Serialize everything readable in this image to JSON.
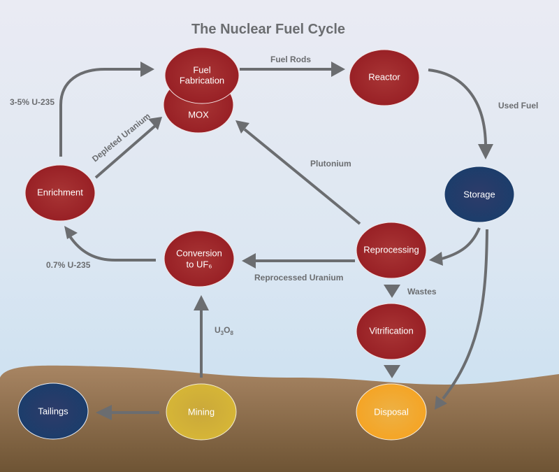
{
  "title": "The Nuclear Fuel Cycle",
  "colors": {
    "process_red": "#9e1f24",
    "storage_blue": "#1d3d6b",
    "mining_yellow": "#d4b236",
    "disposal_orange": "#f5a323",
    "arrow_gray": "#6b6d70",
    "sky": "#d6e6f3",
    "ground": "#8a6a48"
  },
  "nodes": {
    "fuel_fabrication": "Fuel Fabrication",
    "fuel_fabrication_line1": "Fuel",
    "fuel_fabrication_line2": "Fabrication",
    "mox": "MOX",
    "reactor": "Reactor",
    "storage": "Storage",
    "reprocessing": "Reprocessing",
    "vitrification": "Vitrification",
    "disposal": "Disposal",
    "enrichment": "Enrichment",
    "conversion_line1": "Conversion",
    "conversion_line2": "to UF₆",
    "mining": "Mining",
    "tailings": "Tailings"
  },
  "edges": {
    "fuel_rods": "Fuel Rods",
    "used_fuel": "Used Fuel",
    "plutonium": "Plutonium",
    "depleted_uranium": "Depleted Uranium",
    "enriched": "3-5% U-235",
    "natural": "0.7% U-235",
    "reprocessed_uranium": "Reprocessed Uranium",
    "wastes": "Wastes",
    "u3o8_main": "U",
    "u3o8_sub1": "3",
    "u3o8_mid": "O",
    "u3o8_sub2": "8"
  }
}
